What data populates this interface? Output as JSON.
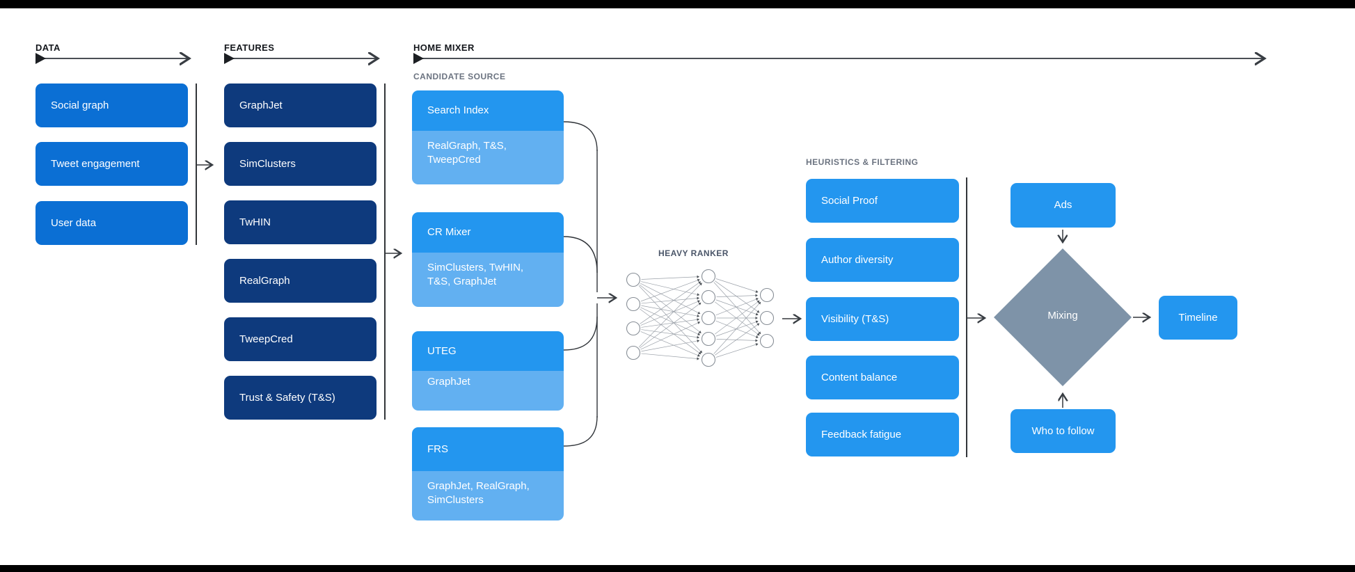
{
  "headers": {
    "data": "DATA",
    "features": "FEATURES",
    "home_mixer": "HOME MIXER"
  },
  "sub_labels": {
    "candidate_source": "CANDIDATE SOURCE",
    "heavy_ranker": "HEAVY RANKER",
    "heuristics": "HEURISTICS & FILTERING"
  },
  "data_items": [
    "Social graph",
    "Tweet engagement",
    "User data"
  ],
  "features_items": [
    "GraphJet",
    "SimClusters",
    "TwHIN",
    "RealGraph",
    "TweepCred",
    "Trust & Safety (T&S)"
  ],
  "candidate_groups": [
    {
      "title": "Search Index",
      "sources": "RealGraph, T&S, TweepCred"
    },
    {
      "title": "CR Mixer",
      "sources": "SimClusters, TwHIN, T&S, GraphJet"
    },
    {
      "title": "UTEG",
      "sources": "GraphJet"
    },
    {
      "title": "FRS",
      "sources": "GraphJet, RealGraph, SimClusters"
    }
  ],
  "heuristics_items": [
    "Social Proof",
    "Author diversity",
    "Visibility (T&S)",
    "Content balance",
    "Feedback fatigue"
  ],
  "mixing_stage": {
    "ads": "Ads",
    "mixing": "Mixing",
    "who_to_follow": "Who to follow",
    "timeline": "Timeline"
  },
  "colors": {
    "data_box": "#0b6fd4",
    "features_box": "#0e3a7d",
    "candidate_header": "#2396ef",
    "candidate_sub": "#62b0f1",
    "heuristics_box": "#2396ef",
    "output_box": "#2396ef",
    "mixing_diamond": "#7e93a8",
    "arrow_line": "#383d43",
    "label_gray": "#6b7380",
    "background": "#ffffff",
    "frame_bars": "#000000"
  }
}
